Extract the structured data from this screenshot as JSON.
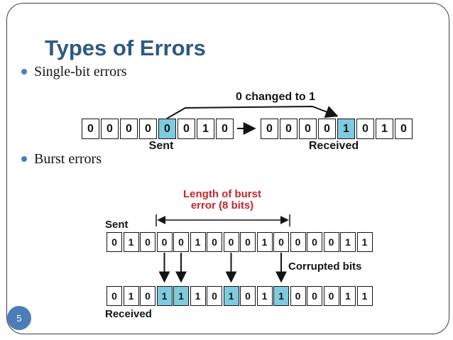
{
  "page": {
    "number": "5"
  },
  "colors": {
    "accent": "#4c7db8",
    "title": "#2d5986",
    "highlight": "#7ecbdf",
    "red": "#c2272d"
  },
  "title": "Types of Errors",
  "bullets": [
    {
      "label": "Single-bit errors"
    },
    {
      "label": "Burst errors"
    }
  ],
  "single_bit_diagram": {
    "annotation": "0 changed to 1",
    "sent_label": "Sent",
    "received_label": "Received",
    "sent_bits": [
      "0",
      "0",
      "0",
      "0",
      "0",
      "0",
      "1",
      "0"
    ],
    "sent_highlight": [
      4
    ],
    "received_bits": [
      "0",
      "0",
      "0",
      "0",
      "1",
      "0",
      "1",
      "0"
    ],
    "received_highlight": [
      4
    ]
  },
  "burst_diagram": {
    "annotation_line1": "Length of burst",
    "annotation_line2": "error (8 bits)",
    "sent_label": "Sent",
    "received_label": "Received",
    "corrupted_label": "Corrupted bits",
    "sent_bits": [
      "0",
      "1",
      "0",
      "0",
      "0",
      "1",
      "0",
      "0",
      "0",
      "1",
      "0",
      "0",
      "0",
      "0",
      "1",
      "1"
    ],
    "sent_highlight": [],
    "received_bits": [
      "0",
      "1",
      "0",
      "1",
      "1",
      "1",
      "0",
      "1",
      "0",
      "1",
      "1",
      "0",
      "0",
      "0",
      "1",
      "1"
    ],
    "received_highlight": [
      3,
      4,
      7,
      10
    ]
  }
}
